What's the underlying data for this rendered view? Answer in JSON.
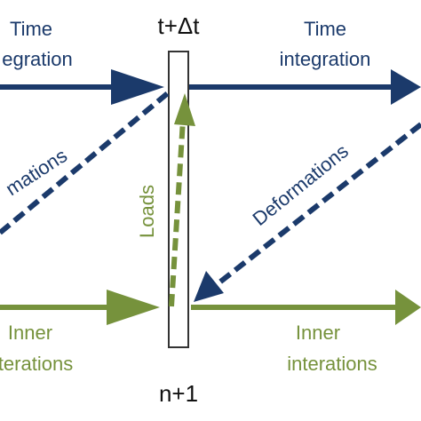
{
  "labels": {
    "top_left": [
      "Time",
      "egration"
    ],
    "top_right": [
      "Time",
      "integration"
    ],
    "step_top": "t+Δt",
    "step_bottom": "n+1",
    "deform_left": "mations",
    "deform_right": "Deformations",
    "loads": "Loads",
    "bottom_left": [
      "Inner",
      "terations"
    ],
    "bottom_right": [
      "Inner",
      "interations"
    ]
  },
  "colors": {
    "navy": "#1b3a6b",
    "green": "#76923c",
    "box_border": "#333333",
    "text_dark": "#1b3a6b",
    "text_black": "#111111"
  }
}
